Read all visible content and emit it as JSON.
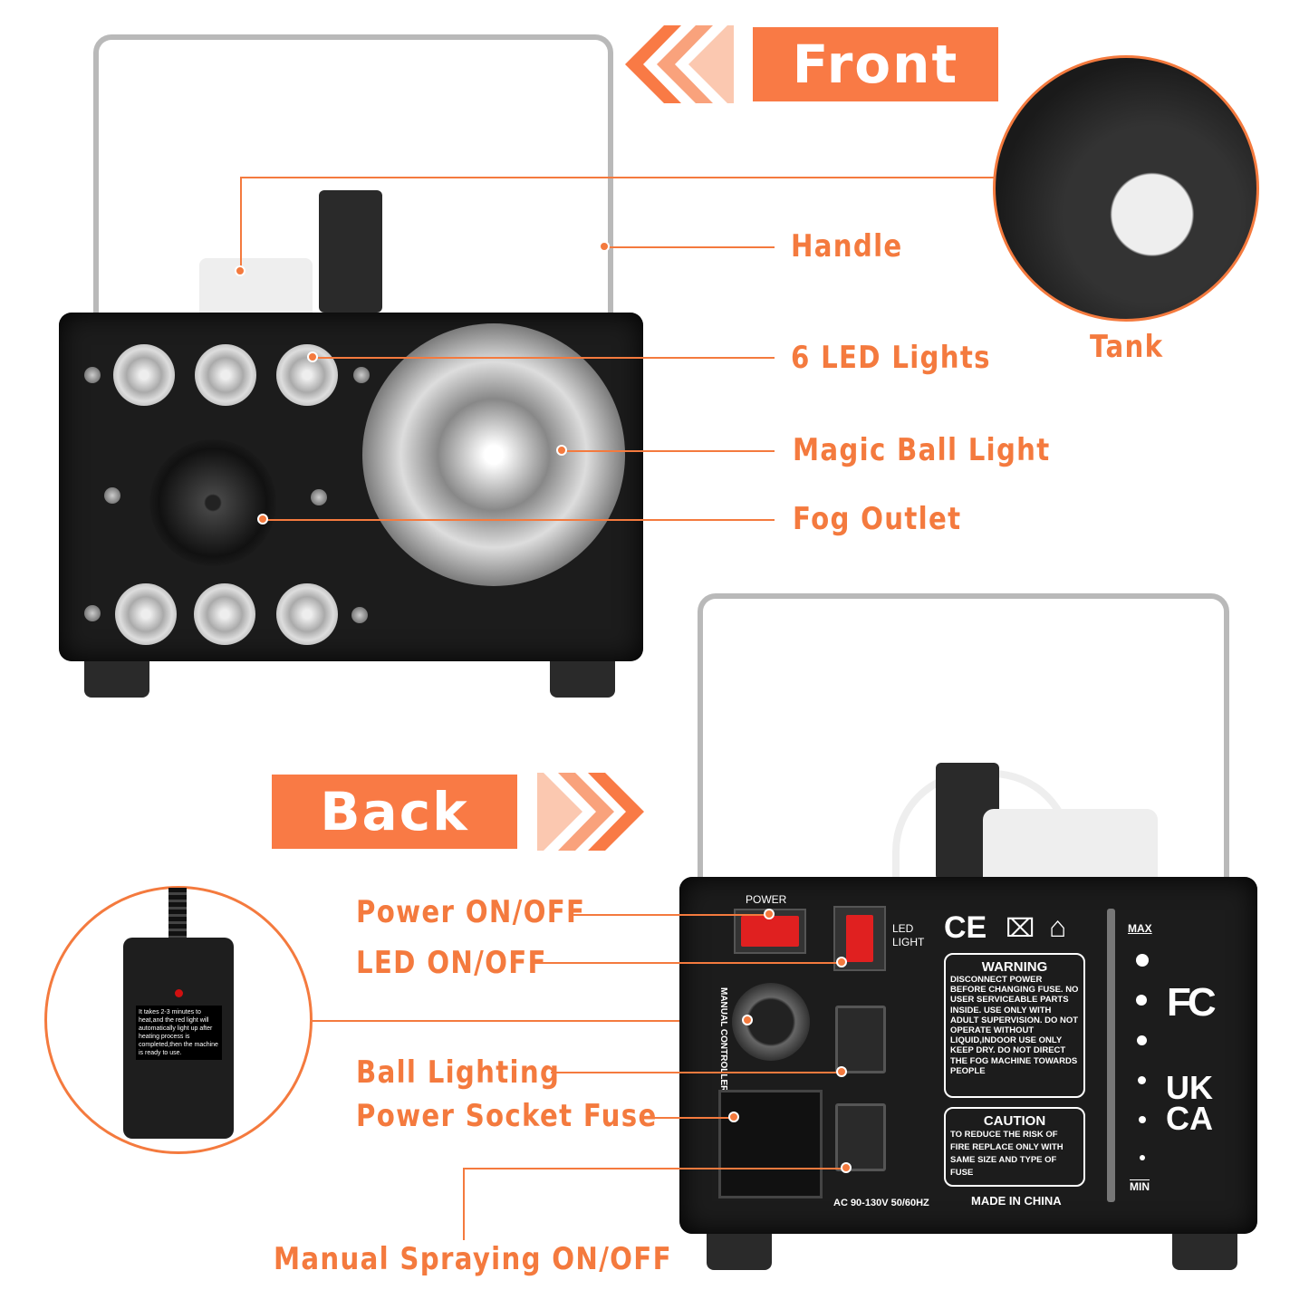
{
  "banners": {
    "front": "Front",
    "back": "Back"
  },
  "front_labels": {
    "handle": "Handle",
    "led": "6 LED Lights",
    "ball": "Magic Ball Light",
    "fog": "Fog Outlet",
    "tank": "Tank"
  },
  "back_labels": {
    "power": "Power ON/OFF",
    "led": "LED ON/OFF",
    "ball": "Ball Lighting",
    "fuse": "Power Socket Fuse",
    "spray": "Manual Spraying ON/OFF"
  },
  "panel": {
    "power": "POWER",
    "led_light": "LED LIGHT",
    "manual_controller": "MANUAL CONTROLLER",
    "ce": "CE",
    "fc": "FC",
    "ukca_1": "UK",
    "ukca_2": "CA",
    "max": "MAX",
    "min": "MIN",
    "voltage": "AC 90-130V 50/60HZ",
    "made_in": "MADE IN CHINA",
    "warning_title": "WARNING",
    "warning_text": "DISCONNECT POWER BEFORE CHANGING FUSE. NO USER SERVICEABLE PARTS INSIDE. USE ONLY WITH ADULT SUPERVISION. DO NOT OPERATE WITHOUT LIQUID,INDOOR USE ONLY KEEP DRY. DO NOT DIRECT THE FOG MACHINE TOWARDS PEOPLE",
    "caution_title": "CAUTION",
    "caution_text": "TO REDUCE THE RISK OF FIRE REPLACE ONLY WITH SAME SIZE AND TYPE OF FUSE"
  },
  "remote": {
    "note": "It takes 2-3 minutes to heat,and the red light will automatically light up after heating process is completed,then the machine is ready to use."
  },
  "colors": {
    "accent": "#f97a45",
    "label": "#f47a3e",
    "body": "#1c1c1c"
  }
}
